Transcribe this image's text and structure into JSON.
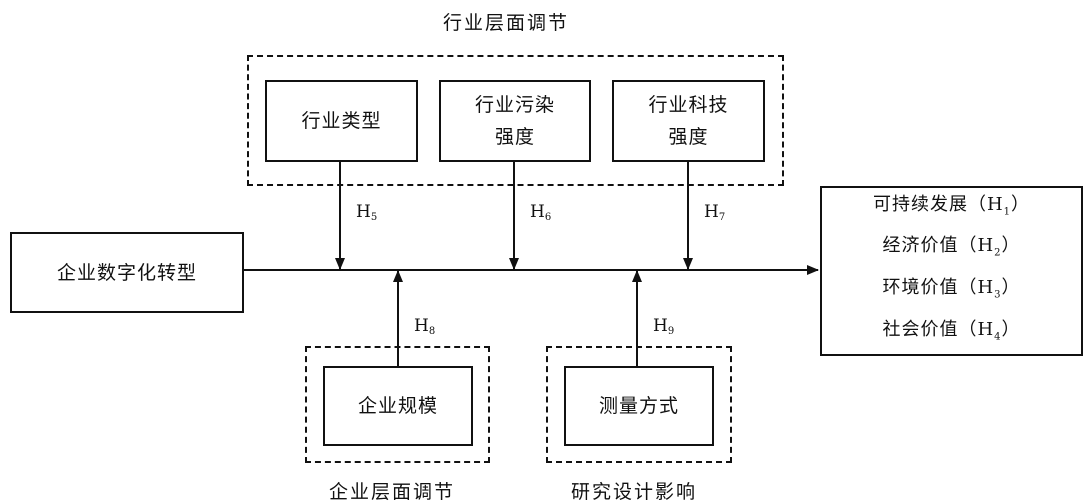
{
  "groups": {
    "industry": "行业层面调节",
    "firm": "企业层面调节",
    "design": "研究设计影响"
  },
  "nodes": {
    "digital": "企业数字化转型",
    "industry_type": "行业类型",
    "pollution": "行业污染\n强度",
    "tech": "行业科技\n强度",
    "firm_size": "企业规模",
    "measurement": "测量方式"
  },
  "outcomes": [
    {
      "name": "可持续发展",
      "h": "H",
      "sub": "1"
    },
    {
      "name": "经济价值",
      "h": "H",
      "sub": "2"
    },
    {
      "name": "环境价值",
      "h": "H",
      "sub": "3"
    },
    {
      "name": "社会价值",
      "h": "H",
      "sub": "4"
    }
  ],
  "hypotheses": {
    "h5": {
      "h": "H",
      "sub": "5"
    },
    "h6": {
      "h": "H",
      "sub": "6"
    },
    "h7": {
      "h": "H",
      "sub": "7"
    },
    "h8": {
      "h": "H",
      "sub": "8"
    },
    "h9": {
      "h": "H",
      "sub": "9"
    }
  },
  "colors": {
    "line": "#111111",
    "background": "#ffffff"
  }
}
